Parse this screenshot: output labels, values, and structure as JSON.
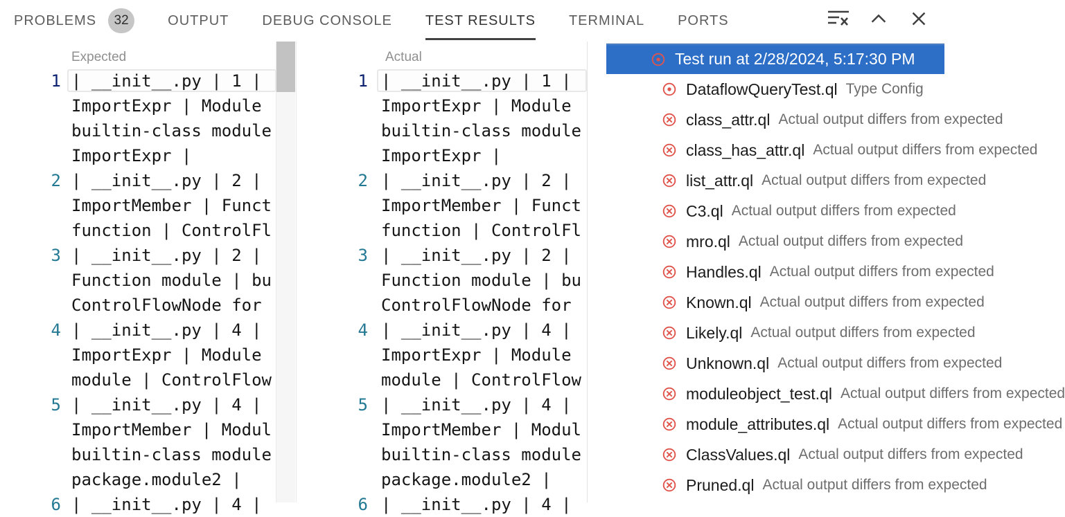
{
  "colors": {
    "selection_blue": "#2d6fc7",
    "error_red": "#e1544b",
    "line_number": "#237893",
    "line_number_active": "#0b216f"
  },
  "tabbar": {
    "tabs": [
      {
        "label": "PROBLEMS",
        "badge": "32",
        "active": false
      },
      {
        "label": "OUTPUT",
        "active": false
      },
      {
        "label": "DEBUG CONSOLE",
        "active": false
      },
      {
        "label": "TEST RESULTS",
        "active": true
      },
      {
        "label": "TERMINAL",
        "active": false
      },
      {
        "label": "PORTS",
        "active": false
      }
    ],
    "actions": [
      {
        "icon": "clear-all-icon",
        "name": "clear-test-results-button"
      },
      {
        "icon": "chevron-up-icon",
        "name": "maximize-panel-button"
      },
      {
        "icon": "close-icon",
        "name": "close-panel-button"
      }
    ]
  },
  "diff": {
    "expected": {
      "label": "Expected",
      "lines": [
        {
          "number": "1",
          "current": true,
          "rows": [
            "| __init__.py | 1 |",
            "ImportExpr | Module",
            "builtin-class module",
            "ImportExpr |"
          ]
        },
        {
          "number": "2",
          "rows": [
            "| __init__.py | 2 |",
            "ImportMember | Funct",
            "function | ControlFl"
          ]
        },
        {
          "number": "3",
          "rows": [
            "| __init__.py | 2 |",
            "Function module | bu",
            "ControlFlowNode for"
          ]
        },
        {
          "number": "4",
          "rows": [
            "| __init__.py | 4 |",
            "ImportExpr | Module",
            "module | ControlFlow"
          ]
        },
        {
          "number": "5",
          "rows": [
            "| __init__.py | 4 |",
            "ImportMember | Modul",
            "builtin-class module",
            "package.module2 |"
          ]
        },
        {
          "number": "6",
          "rows": [
            "| __init__.py | 4 |"
          ]
        }
      ]
    },
    "actual": {
      "label": "Actual",
      "lines": [
        {
          "number": "1",
          "current": true,
          "rows": [
            "| __init__.py | 1 |",
            "ImportExpr | Module",
            "builtin-class module",
            "ImportExpr |"
          ]
        },
        {
          "number": "2",
          "rows": [
            "| __init__.py | 2 |",
            "ImportMember | Funct",
            "function | ControlFl"
          ]
        },
        {
          "number": "3",
          "rows": [
            "| __init__.py | 2 |",
            "Function module | bu",
            "ControlFlowNode for"
          ]
        },
        {
          "number": "4",
          "rows": [
            "| __init__.py | 4 |",
            "ImportExpr | Module",
            "module | ControlFlow"
          ]
        },
        {
          "number": "5",
          "rows": [
            "| __init__.py | 4 |",
            "ImportMember | Modul",
            "builtin-class module",
            "package.module2 |"
          ]
        },
        {
          "number": "6",
          "rows": [
            "| __init__.py | 4 |"
          ]
        }
      ]
    }
  },
  "tree": {
    "run": {
      "icon": "circle-dot-icon",
      "label": "Test run at 2/28/2024, 5:17:30 PM",
      "selected": true
    },
    "items": [
      {
        "icon": "circle-dot-icon",
        "name": "DataflowQueryTest.ql",
        "description": "Type Config"
      },
      {
        "icon": "circle-x-icon",
        "name": "class_attr.ql",
        "description": "Actual output differs from expected"
      },
      {
        "icon": "circle-x-icon",
        "name": "class_has_attr.ql",
        "description": "Actual output differs from expected"
      },
      {
        "icon": "circle-x-icon",
        "name": "list_attr.ql",
        "description": "Actual output differs from expected"
      },
      {
        "icon": "circle-x-icon",
        "name": "C3.ql",
        "description": "Actual output differs from expected"
      },
      {
        "icon": "circle-x-icon",
        "name": "mro.ql",
        "description": "Actual output differs from expected"
      },
      {
        "icon": "circle-x-icon",
        "name": "Handles.ql",
        "description": "Actual output differs from expected"
      },
      {
        "icon": "circle-x-icon",
        "name": "Known.ql",
        "description": "Actual output differs from expected"
      },
      {
        "icon": "circle-x-icon",
        "name": "Likely.ql",
        "description": "Actual output differs from expected"
      },
      {
        "icon": "circle-x-icon",
        "name": "Unknown.ql",
        "description": "Actual output differs from expected"
      },
      {
        "icon": "circle-x-icon",
        "name": "moduleobject_test.ql",
        "description": "Actual output differs from expected"
      },
      {
        "icon": "circle-x-icon",
        "name": "module_attributes.ql",
        "description": "Actual output differs from expected"
      },
      {
        "icon": "circle-x-icon",
        "name": "ClassValues.ql",
        "description": "Actual output differs from expected"
      },
      {
        "icon": "circle-x-icon",
        "name": "Pruned.ql",
        "description": "Actual output differs from expected"
      }
    ]
  }
}
